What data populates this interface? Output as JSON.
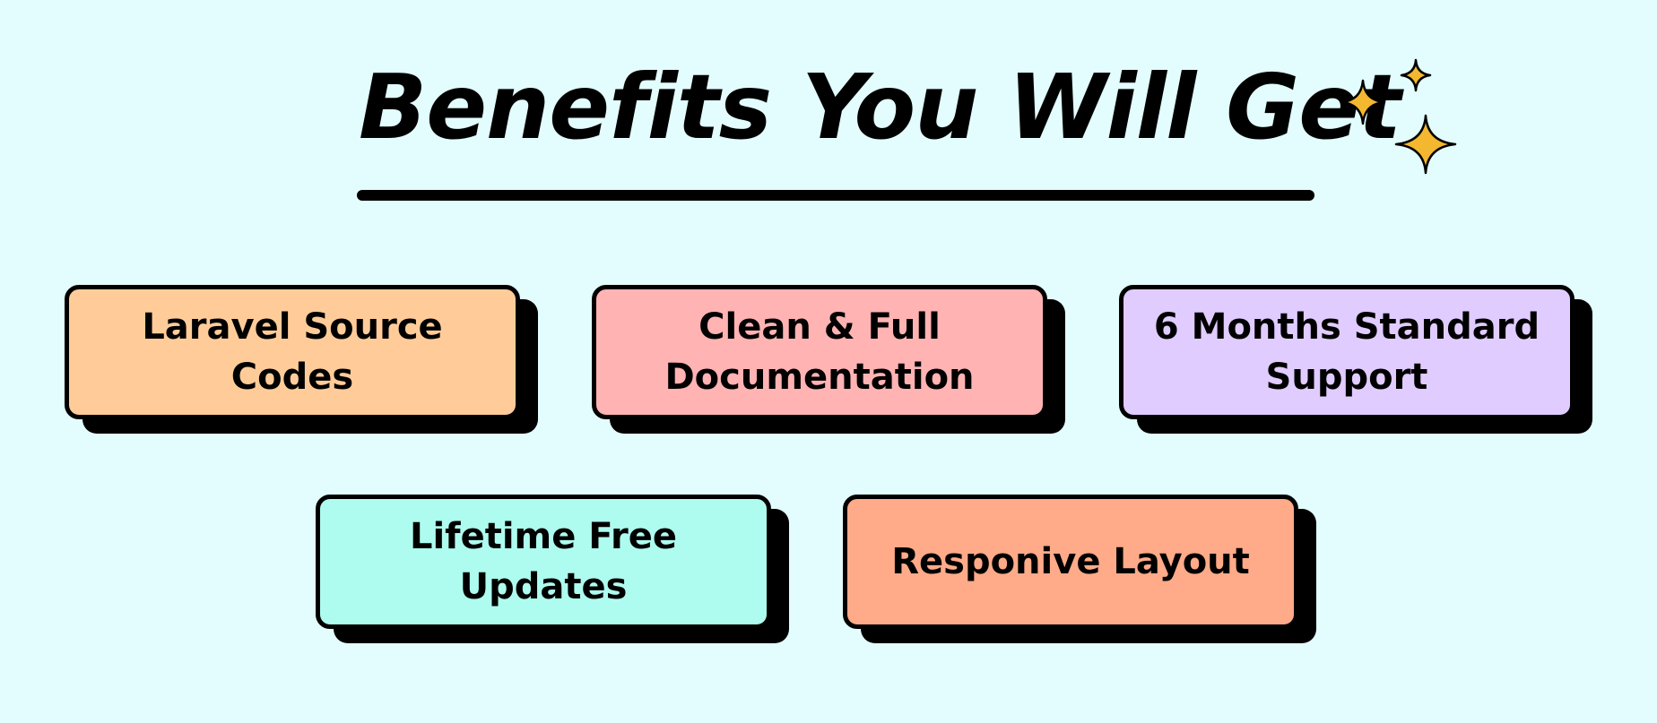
{
  "title": "Benefits You Will Get",
  "colors": {
    "background": "#e3fcfd",
    "sparkle": "#f3b830",
    "outline": "#000000"
  },
  "icons": [
    "sparkle-icon"
  ],
  "cards": [
    {
      "lines": [
        "Laravel Source",
        "Codes"
      ],
      "color": "#ffcc99"
    },
    {
      "lines": [
        "Clean & Full",
        "Documentation"
      ],
      "color": "#ffb3b3"
    },
    {
      "lines": [
        "6 Months Standard",
        "Support"
      ],
      "color": "#e0ccff"
    },
    {
      "lines": [
        "Lifetime Free",
        "Updates"
      ],
      "color": "#aefcef"
    },
    {
      "lines": [
        "Responive Layout"
      ],
      "color": "#ffaa88"
    }
  ]
}
